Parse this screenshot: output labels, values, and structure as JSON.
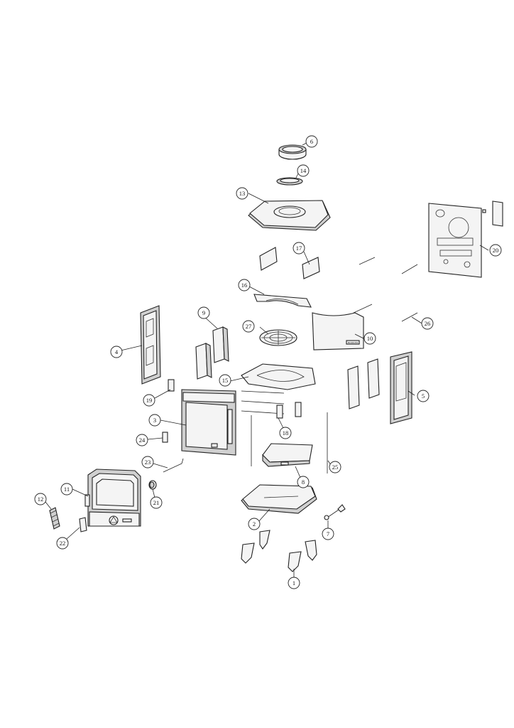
{
  "callouts": [
    "1",
    "2",
    "3",
    "4",
    "5",
    "6",
    "7",
    "8",
    "9",
    "10",
    "11",
    "12",
    "13",
    "14",
    "15",
    "16",
    "17",
    "18",
    "19",
    "20",
    "21",
    "22",
    "23",
    "24",
    "25",
    "26",
    "27"
  ],
  "badge_text": "HOOKED"
}
